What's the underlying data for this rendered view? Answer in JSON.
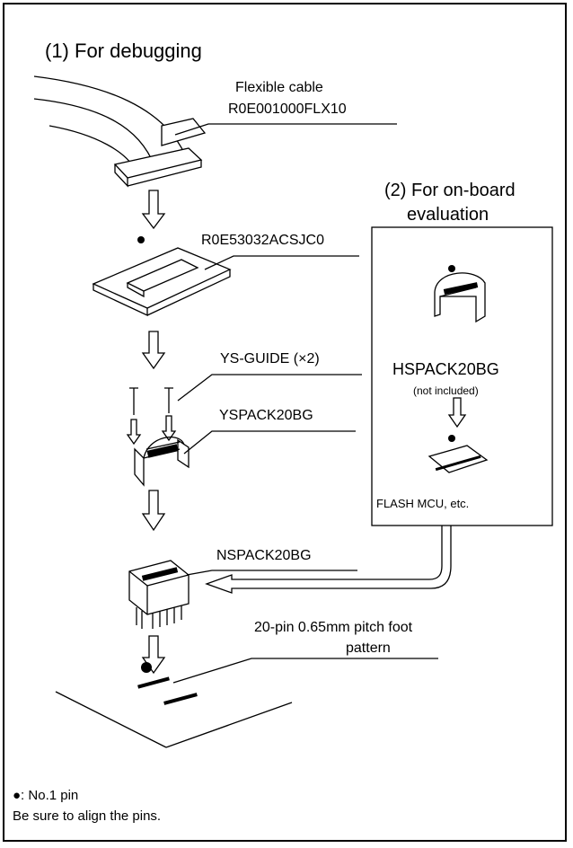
{
  "sections": {
    "debugging_title": "(1) For debugging",
    "onboard_title_line1": "(2) For on-board",
    "onboard_title_line2": "evaluation"
  },
  "parts": {
    "cable_line1": "Flexible cable",
    "cable_line2": "R0E001000FLX10",
    "adapter": "R0E53032ACSJC0",
    "guide": "YS-GUIDE (×2)",
    "yspack": "YSPACK20BG",
    "hspack": "HSPACK20BG",
    "hspack_note": "(not included)",
    "flash_mcu": "FLASH MCU, etc.",
    "nspack": "NSPACK20BG",
    "footprint_line1": "20-pin 0.65mm pitch foot",
    "footprint_line2": "pattern"
  },
  "legend": {
    "pin_marker": "●: No.1 pin",
    "note": "Be sure to align the pins."
  }
}
